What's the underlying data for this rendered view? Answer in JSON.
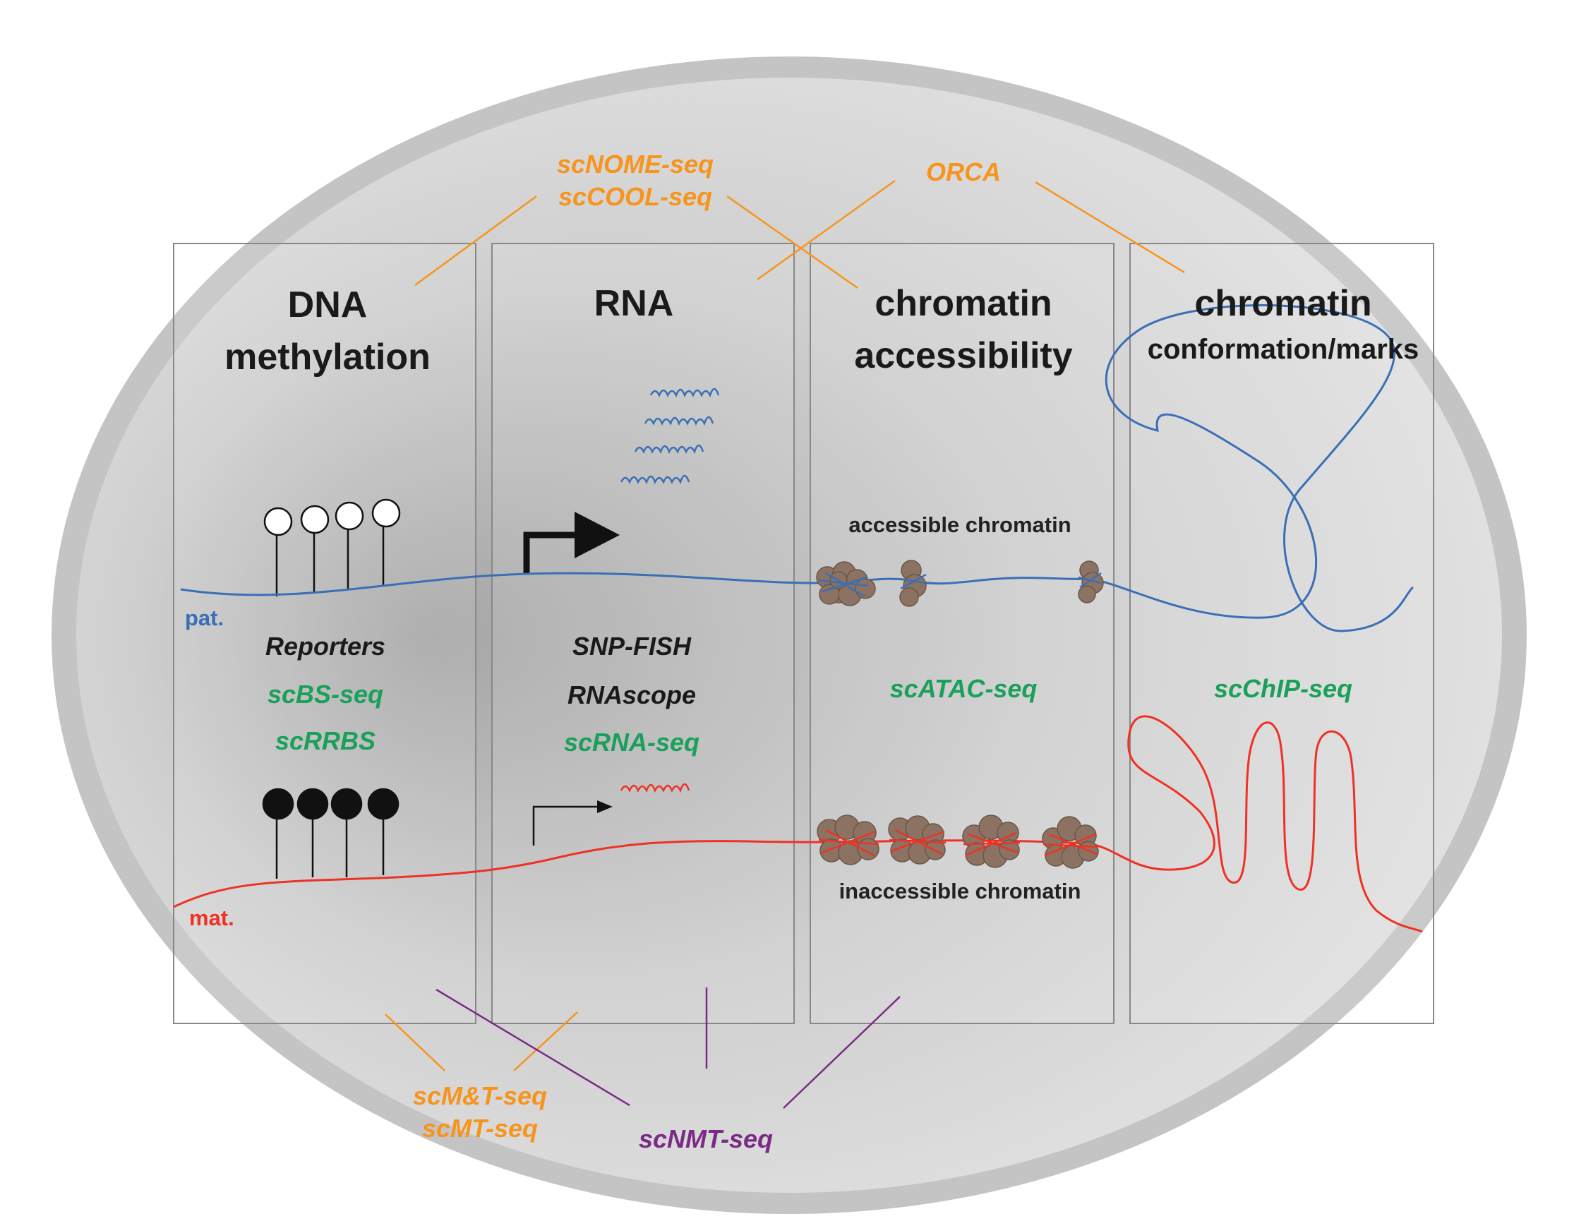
{
  "colors": {
    "paternal": "#3a6fb5",
    "maternal": "#ef3124",
    "single_method": "#1aa05a",
    "multi_method_orange": "#f7941d",
    "multi_method_purple": "#7b2a86",
    "nucleosome": "#8b7262"
  },
  "panels": [
    {
      "title_line1": "DNA",
      "title_line2": "methylation"
    },
    {
      "title_line1": "RNA",
      "title_line2": ""
    },
    {
      "title_line1": "chromatin",
      "title_line2": "accessibility"
    },
    {
      "title_line1": "chromatin",
      "title_line2": "conformation/marks"
    }
  ],
  "alleles": {
    "paternal": "pat.",
    "maternal": "mat."
  },
  "methods": {
    "dna_methylation": [
      "Reporters",
      "scBS-seq",
      "scRRBS"
    ],
    "rna": [
      "SNP-FISH",
      "RNAscope",
      "scRNA-seq"
    ],
    "chromatin_accessibility": [
      "scATAC-seq"
    ],
    "chromatin_conformation": [
      "scChIP-seq"
    ]
  },
  "multi_omics": {
    "top_left": [
      "scNOME-seq",
      "scCOOL-seq"
    ],
    "top_right": "ORCA",
    "bottom_left": [
      "scM&T-seq",
      "scMT-seq"
    ],
    "bottom_center": "scNMT-seq"
  },
  "chromatin_states": {
    "accessible": "accessible chromatin",
    "inaccessible": "inaccessible chromatin"
  }
}
